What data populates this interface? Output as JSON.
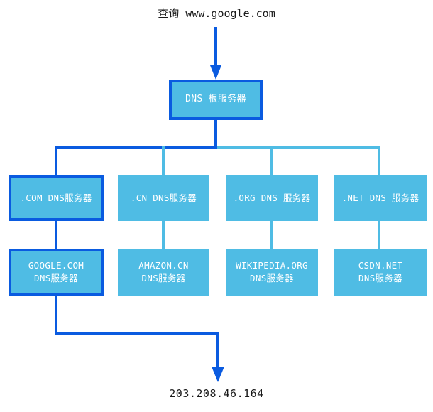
{
  "diagram": {
    "type": "dns-resolution-hierarchy",
    "query_label": "查询 www.google.com",
    "result_label": "203.208.46.164",
    "colors": {
      "node_fill": "#4FBCE4",
      "highlight_stroke": "#0A5BE0",
      "normal_stroke": "#4FBCE4",
      "node_text": "#ffffff",
      "caption_text": "#1a1a1a",
      "background": "#ffffff"
    },
    "nodes": {
      "root": {
        "label": "DNS 根服务器",
        "highlighted": true
      },
      "com": {
        "label": ".COM DNS服务器",
        "highlighted": true
      },
      "cn": {
        "label": ".CN DNS服务器",
        "highlighted": false
      },
      "org": {
        "label": ".ORG DNS 服务器",
        "highlighted": false
      },
      "net": {
        "label": ".NET DNS 服务器",
        "highlighted": false
      },
      "google": {
        "label": "GOOGLE.COM\nDNS服务器",
        "highlighted": true
      },
      "amazon": {
        "label": "AMAZON.CN\nDNS服务器",
        "highlighted": false
      },
      "wikipedia": {
        "label": "WIKIPEDIA.ORG\nDNS服务器",
        "highlighted": false
      },
      "csdn": {
        "label": "CSDN.NET\nDNS服务器",
        "highlighted": false
      }
    }
  }
}
